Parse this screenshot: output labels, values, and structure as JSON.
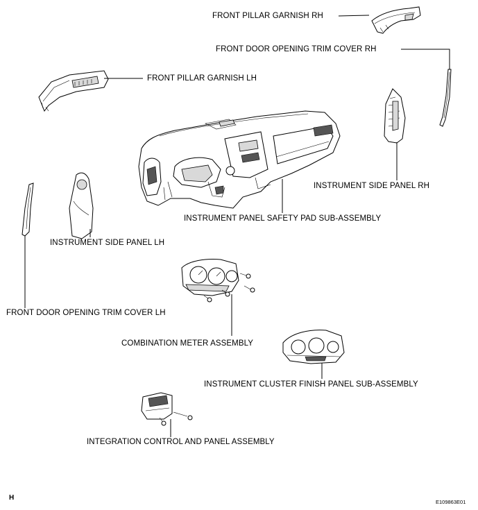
{
  "diagram": {
    "labels": {
      "front_pillar_garnish_rh": "FRONT PILLAR GARNISH RH",
      "front_door_opening_trim_cover_rh": "FRONT DOOR OPENING TRIM COVER RH",
      "front_pillar_garnish_lh": "FRONT PILLAR GARNISH LH",
      "instrument_side_panel_rh": "INSTRUMENT SIDE PANEL RH",
      "instrument_panel_safety_pad": "INSTRUMENT PANEL SAFETY PAD SUB-ASSEMBLY",
      "instrument_side_panel_lh": "INSTRUMENT SIDE PANEL LH",
      "front_door_opening_trim_cover_lh": "FRONT DOOR OPENING TRIM COVER LH",
      "combination_meter_assembly": "COMBINATION METER ASSEMBLY",
      "instrument_cluster_finish_panel": "INSTRUMENT CLUSTER FINISH PANEL SUB-ASSEMBLY",
      "integration_control_panel": "INTEGRATION CONTROL AND PANEL ASSEMBLY"
    },
    "corner_left": "H",
    "corner_right": "E109863E01"
  }
}
